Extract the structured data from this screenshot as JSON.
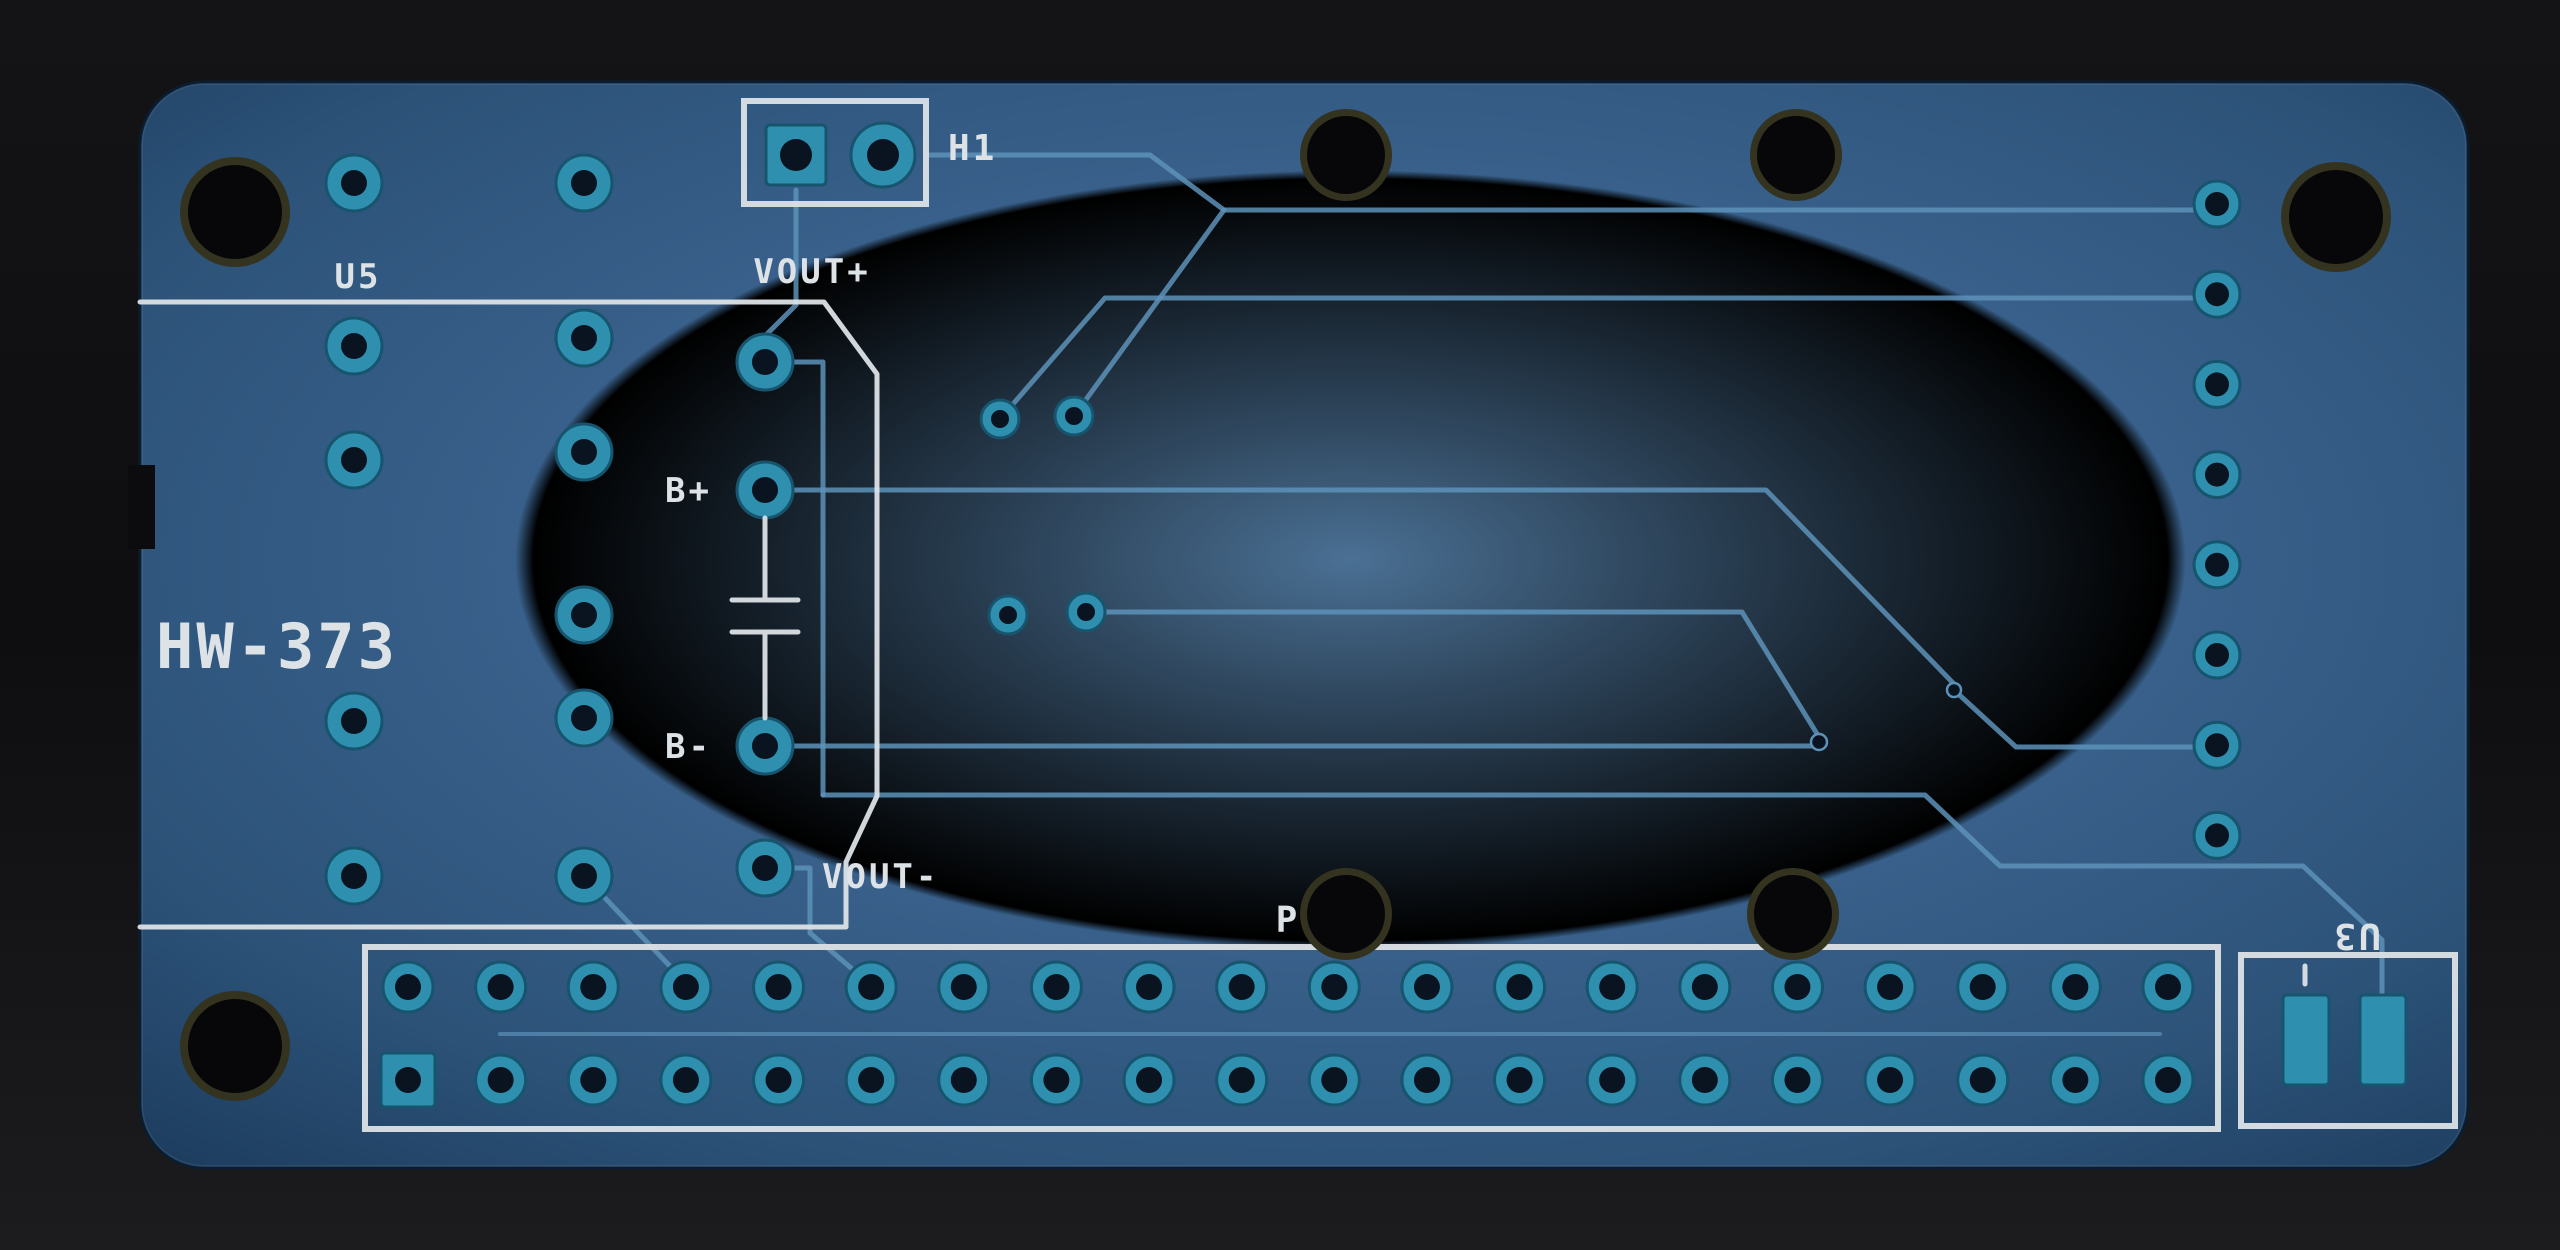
{
  "meta": {
    "description": "3D render of a blue printed circuit board (PCB), bottom/copper side",
    "board_name": "HW-373"
  },
  "palette": {
    "background": "#101012",
    "board_edge": "#1b3a5b",
    "board_mid": "#2c5278",
    "board_center": "#4a7094",
    "silkscreen": "#dce2e6",
    "pad_copper": "#2e8fae",
    "pad_edge": "#17546e",
    "pad_hole": "#0a1420",
    "trace": "#5d92b8",
    "drill": "#07070a",
    "drill_rim": "#34331f"
  },
  "silkscreen": {
    "board_name": "HW-373",
    "u5": "U5",
    "h1": "H1",
    "vout_plus": "VOUT+",
    "b_plus": "B+",
    "b_minus": "B-",
    "vout_minus": "VOUT-",
    "p": "P",
    "u3": "U3"
  },
  "connectors": {
    "h1": {
      "label": "H1",
      "pins": 2
    },
    "p_header": {
      "label": "P",
      "rows": 2,
      "pins_per_row": 20
    },
    "right_header": {
      "pins": 8
    },
    "u3": {
      "label": "U3",
      "pins": 2
    },
    "u5_footprint": {
      "label": "U5"
    }
  }
}
